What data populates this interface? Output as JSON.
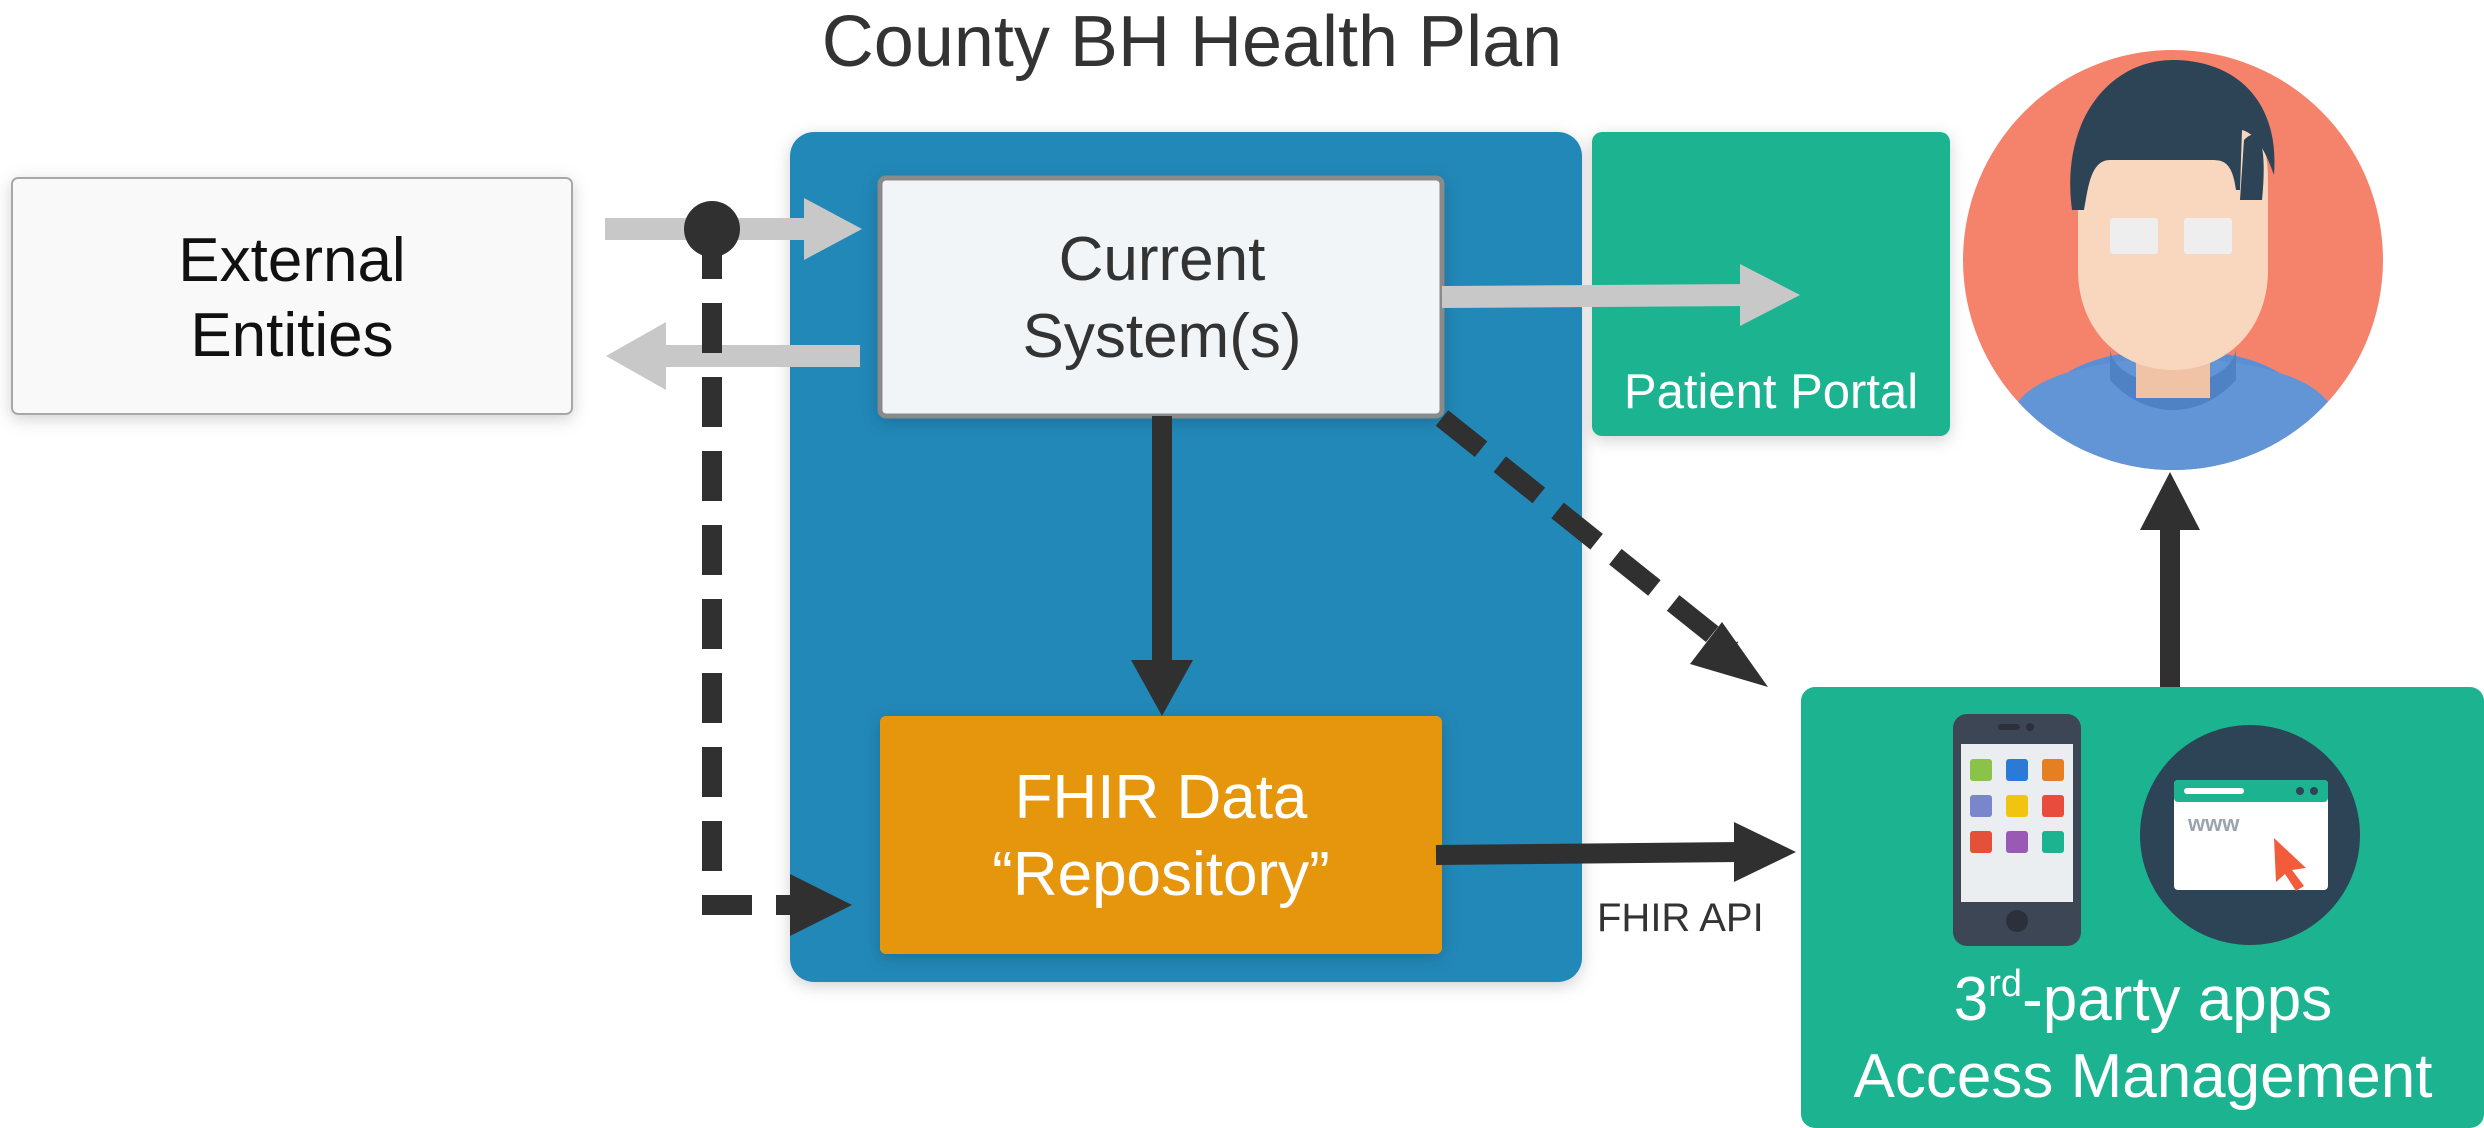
{
  "title": "County BH Health Plan",
  "external": {
    "line1": "External",
    "line2": "Entities"
  },
  "current_system": {
    "line1": "Current",
    "line2": "System(s)"
  },
  "fhir_repo": {
    "line1": "FHIR Data",
    "line2": "“Repository”"
  },
  "patient_portal": {
    "label": "Patient Portal"
  },
  "fhir_api": {
    "label": "FHIR API"
  },
  "third_party": {
    "num": "3",
    "sup": "rd",
    "rest": "-party apps",
    "line2": "Access Management"
  },
  "phone_icon": "smartphone-icon",
  "browser_icon": {
    "name": "web-browser-icon",
    "text": "www"
  },
  "person_icon": "user-avatar-icon",
  "colors": {
    "plan_blue": "#2388b8",
    "teal": "#1bb390",
    "orange": "#e6960f",
    "dark": "#303030",
    "light_gray": "#c8c8c8",
    "avatar_bg": "#f5836c"
  }
}
